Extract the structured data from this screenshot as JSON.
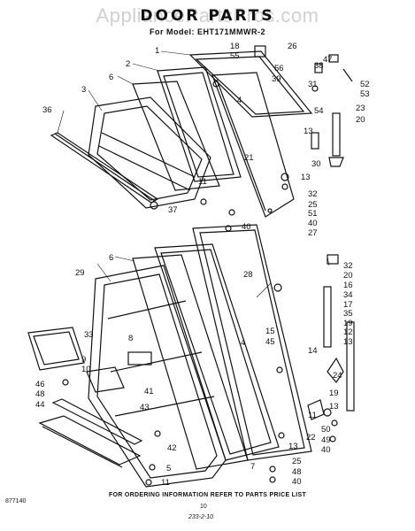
{
  "watermark": "AppliancePartsPros.com",
  "title": "DOOR PARTS",
  "subtitle": "For Model: EHT171MMWR-2",
  "footer_note": "FOR ORDERING INFORMATION REFER TO PARTS PRICE LIST",
  "diagram_code": "877140",
  "page_number": "10",
  "date_stamp": "233-2-10",
  "callouts": {
    "c1": "1",
    "c2": "2",
    "c3": "3",
    "c4": "4",
    "c5": "5",
    "c6": "6",
    "c7": "7",
    "c8": "8",
    "c9": "9",
    "c10": "10",
    "c11": "11",
    "c12": "12",
    "c13": "13",
    "c14": "14",
    "c15": "15",
    "c16": "16",
    "c17": "17",
    "c18": "18",
    "c19": "19",
    "c20": "20",
    "c21": "21",
    "c22": "22",
    "c23": "23",
    "c24": "24",
    "c25": "25",
    "c26": "26",
    "c27": "27",
    "c28": "28",
    "c29": "29",
    "c30": "30",
    "c31": "31",
    "c32": "32",
    "c33": "33",
    "c34": "34",
    "c35": "35",
    "c36": "36",
    "c37": "37",
    "c38": "38",
    "c39": "39",
    "c40": "40",
    "c41": "41",
    "c42": "42",
    "c43": "43",
    "c44": "44",
    "c45": "45",
    "c46": "46",
    "c47": "47",
    "c48": "48",
    "c49": "49",
    "c50": "50",
    "c51": "51",
    "c52": "52",
    "c53": "53",
    "c54": "54",
    "c55": "55",
    "c56": "56"
  }
}
